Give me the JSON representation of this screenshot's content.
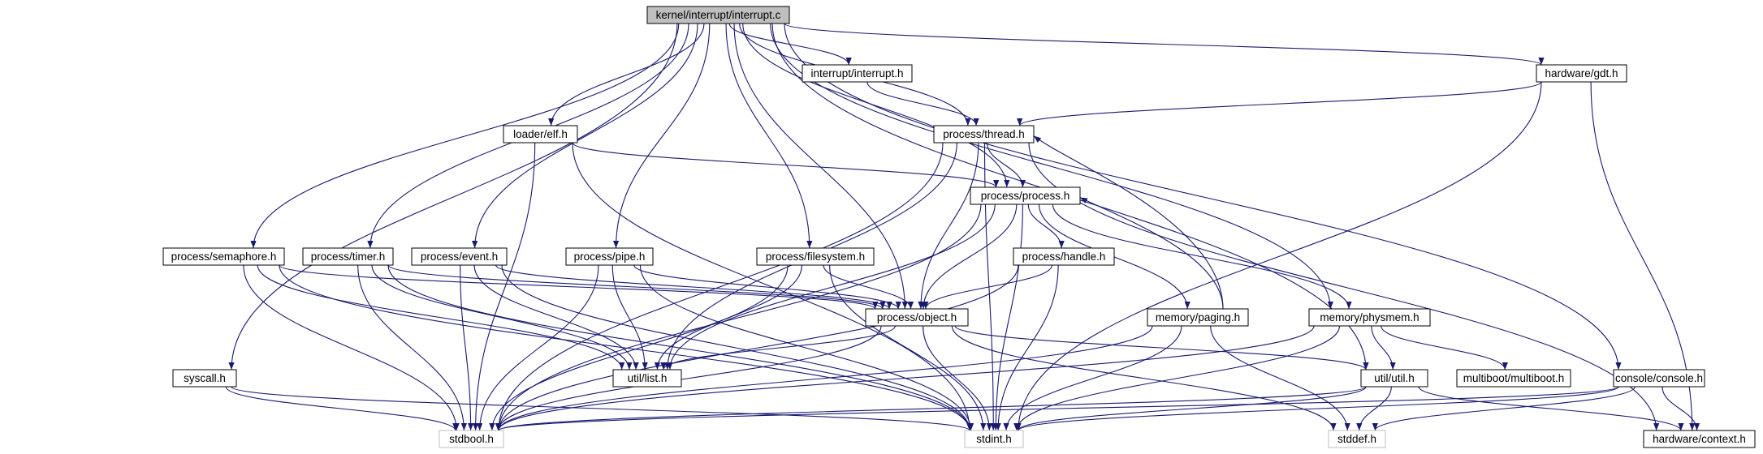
{
  "diagram": {
    "title_file": "kernel/interrupt/interrupt.c",
    "colors": {
      "edge": "#191970",
      "root_fill": "#bfbfbf",
      "node_border": "#000000",
      "external_border": "#bfbfbf",
      "background": "#ffffff"
    },
    "nodes": [
      {
        "id": "interrupt_c",
        "label": "kernel/interrupt/interrupt.c",
        "kind": "root"
      },
      {
        "id": "interrupt_h",
        "label": "interrupt/interrupt.h",
        "kind": "file"
      },
      {
        "id": "gdt_h",
        "label": "hardware/gdt.h",
        "kind": "file"
      },
      {
        "id": "elf_h",
        "label": "loader/elf.h",
        "kind": "file"
      },
      {
        "id": "thread_h",
        "label": "process/thread.h",
        "kind": "file"
      },
      {
        "id": "process_h",
        "label": "process/process.h",
        "kind": "file"
      },
      {
        "id": "semaphore_h",
        "label": "process/semaphore.h",
        "kind": "file"
      },
      {
        "id": "timer_h",
        "label": "process/timer.h",
        "kind": "file"
      },
      {
        "id": "event_h",
        "label": "process/event.h",
        "kind": "file"
      },
      {
        "id": "pipe_h",
        "label": "process/pipe.h",
        "kind": "file"
      },
      {
        "id": "filesystem_h",
        "label": "process/filesystem.h",
        "kind": "file"
      },
      {
        "id": "handle_h",
        "label": "process/handle.h",
        "kind": "file"
      },
      {
        "id": "object_h",
        "label": "process/object.h",
        "kind": "file"
      },
      {
        "id": "paging_h",
        "label": "memory/paging.h",
        "kind": "file"
      },
      {
        "id": "physmem_h",
        "label": "memory/physmem.h",
        "kind": "file"
      },
      {
        "id": "syscall_h",
        "label": "syscall.h",
        "kind": "file"
      },
      {
        "id": "list_h",
        "label": "util/list.h",
        "kind": "file"
      },
      {
        "id": "util_h",
        "label": "util/util.h",
        "kind": "file"
      },
      {
        "id": "multiboot_h",
        "label": "multiboot/multiboot.h",
        "kind": "file"
      },
      {
        "id": "console_h",
        "label": "console/console.h",
        "kind": "file"
      },
      {
        "id": "stdbool_h",
        "label": "stdbool.h",
        "kind": "external"
      },
      {
        "id": "stdint_h",
        "label": "stdint.h",
        "kind": "external"
      },
      {
        "id": "stddef_h",
        "label": "stddef.h",
        "kind": "external"
      },
      {
        "id": "context_h",
        "label": "hardware/context.h",
        "kind": "file"
      }
    ],
    "edges": [
      [
        "interrupt_c",
        "interrupt_h"
      ],
      [
        "interrupt_c",
        "gdt_h"
      ],
      [
        "interrupt_c",
        "elf_h"
      ],
      [
        "interrupt_c",
        "thread_h"
      ],
      [
        "interrupt_c",
        "process_h"
      ],
      [
        "interrupt_c",
        "semaphore_h"
      ],
      [
        "interrupt_c",
        "timer_h"
      ],
      [
        "interrupt_c",
        "event_h"
      ],
      [
        "interrupt_c",
        "pipe_h"
      ],
      [
        "interrupt_c",
        "filesystem_h"
      ],
      [
        "interrupt_c",
        "object_h"
      ],
      [
        "interrupt_c",
        "physmem_h"
      ],
      [
        "interrupt_c",
        "syscall_h"
      ],
      [
        "interrupt_c",
        "util_h"
      ],
      [
        "interrupt_c",
        "console_h"
      ],
      [
        "interrupt_h",
        "thread_h"
      ],
      [
        "gdt_h",
        "thread_h"
      ],
      [
        "gdt_h",
        "stdint_h"
      ],
      [
        "gdt_h",
        "context_h"
      ],
      [
        "elf_h",
        "process_h"
      ],
      [
        "elf_h",
        "stdbool_h"
      ],
      [
        "elf_h",
        "stdint_h"
      ],
      [
        "thread_h",
        "process_h"
      ],
      [
        "thread_h",
        "object_h"
      ],
      [
        "thread_h",
        "list_h"
      ],
      [
        "thread_h",
        "stdbool_h"
      ],
      [
        "thread_h",
        "stdint_h"
      ],
      [
        "thread_h",
        "context_h"
      ],
      [
        "process_h",
        "object_h"
      ],
      [
        "process_h",
        "handle_h"
      ],
      [
        "process_h",
        "paging_h"
      ],
      [
        "process_h",
        "physmem_h"
      ],
      [
        "process_h",
        "list_h"
      ],
      [
        "process_h",
        "stdbool_h"
      ],
      [
        "process_h",
        "stdint_h"
      ],
      [
        "semaphore_h",
        "object_h"
      ],
      [
        "semaphore_h",
        "list_h"
      ],
      [
        "semaphore_h",
        "stdbool_h"
      ],
      [
        "semaphore_h",
        "stdint_h"
      ],
      [
        "timer_h",
        "object_h"
      ],
      [
        "timer_h",
        "list_h"
      ],
      [
        "timer_h",
        "stdbool_h"
      ],
      [
        "timer_h",
        "stdint_h"
      ],
      [
        "event_h",
        "object_h"
      ],
      [
        "event_h",
        "list_h"
      ],
      [
        "event_h",
        "stdbool_h"
      ],
      [
        "event_h",
        "stdint_h"
      ],
      [
        "pipe_h",
        "object_h"
      ],
      [
        "pipe_h",
        "list_h"
      ],
      [
        "pipe_h",
        "stdbool_h"
      ],
      [
        "pipe_h",
        "stdint_h"
      ],
      [
        "filesystem_h",
        "object_h"
      ],
      [
        "filesystem_h",
        "list_h"
      ],
      [
        "filesystem_h",
        "stdbool_h"
      ],
      [
        "filesystem_h",
        "stdint_h"
      ],
      [
        "handle_h",
        "object_h"
      ],
      [
        "handle_h",
        "stdbool_h"
      ],
      [
        "handle_h",
        "stdint_h"
      ],
      [
        "object_h",
        "list_h"
      ],
      [
        "object_h",
        "util_h"
      ],
      [
        "object_h",
        "stdbool_h"
      ],
      [
        "object_h",
        "stdint_h"
      ],
      [
        "object_h",
        "stddef_h"
      ],
      [
        "paging_h",
        "thread_h"
      ],
      [
        "paging_h",
        "process_h"
      ],
      [
        "paging_h",
        "stdbool_h"
      ],
      [
        "paging_h",
        "stdint_h"
      ],
      [
        "paging_h",
        "stddef_h"
      ],
      [
        "physmem_h",
        "util_h"
      ],
      [
        "physmem_h",
        "multiboot_h"
      ],
      [
        "physmem_h",
        "stdbool_h"
      ],
      [
        "physmem_h",
        "stdint_h"
      ],
      [
        "syscall_h",
        "stdbool_h"
      ],
      [
        "syscall_h",
        "stdint_h"
      ],
      [
        "util_h",
        "stdbool_h"
      ],
      [
        "util_h",
        "stdint_h"
      ],
      [
        "util_h",
        "stddef_h"
      ],
      [
        "util_h",
        "context_h"
      ],
      [
        "console_h",
        "stdbool_h"
      ],
      [
        "console_h",
        "stdint_h"
      ],
      [
        "console_h",
        "stddef_h"
      ],
      [
        "console_h",
        "context_h"
      ]
    ]
  }
}
